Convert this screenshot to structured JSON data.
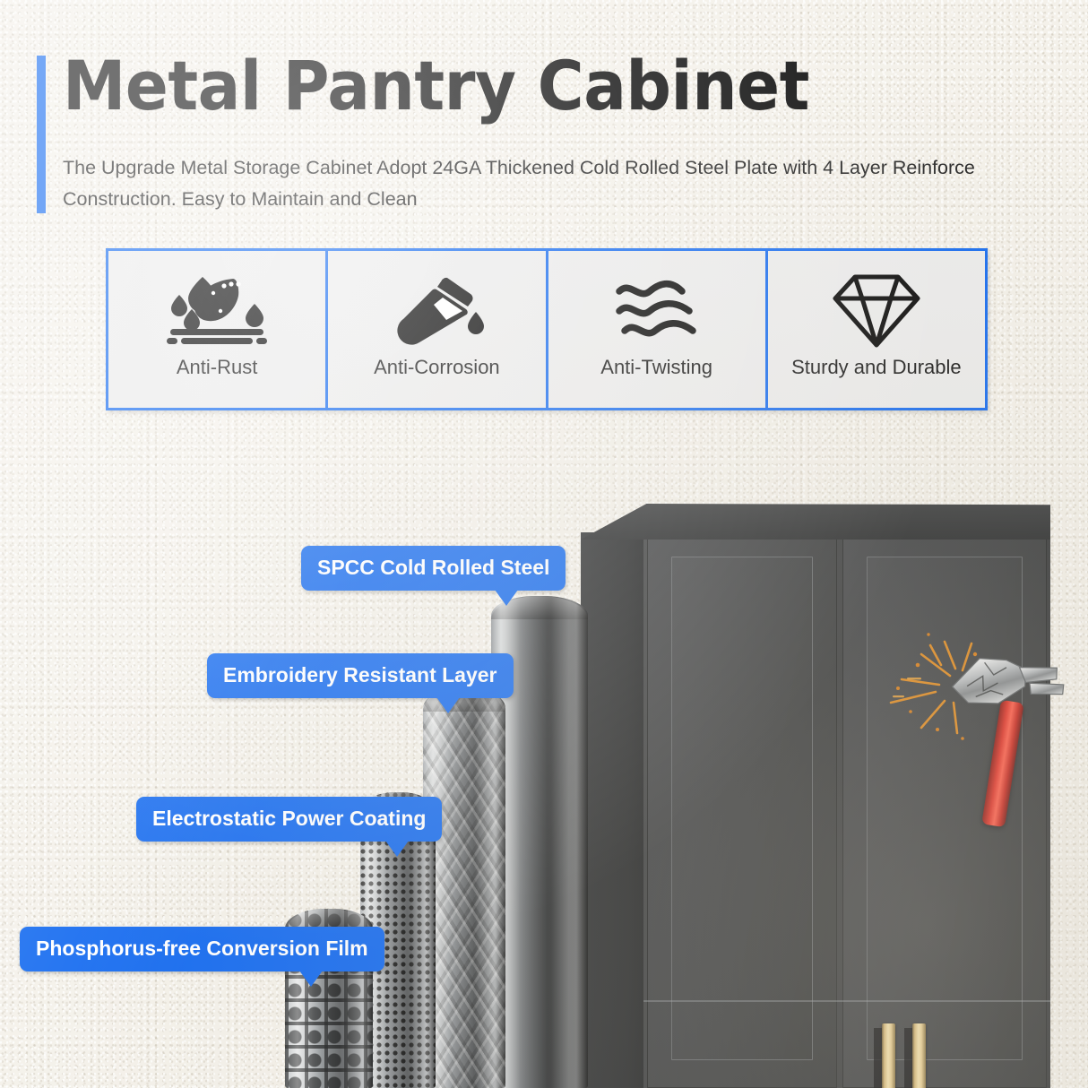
{
  "page": {
    "background_color": "#f4f1ea",
    "accent_color": "#1a6ef0"
  },
  "header": {
    "title": "Metal Pantry Cabinet",
    "subtitle": "The Upgrade Metal Storage Cabinet Adopt 24GA Thickened Cold Rolled Steel Plate with 4 Layer Reinforce\nConstruction. Easy to Maintain and Clean"
  },
  "features": {
    "border_color": "#1a6ef0",
    "fill_color": "#ececec",
    "items": [
      {
        "label": "Anti-Rust",
        "icon": "water-drops-on-surface-icon"
      },
      {
        "label": "Anti-Corrosion",
        "icon": "tilted-test-tube-drop-icon"
      },
      {
        "label": "Anti-Twisting",
        "icon": "three-wavy-lines-icon"
      },
      {
        "label": "Sturdy and Durable",
        "icon": "diamond-gem-icon"
      }
    ]
  },
  "product_scene": {
    "cabinet": {
      "name": "metal-pantry-cabinet",
      "body_color": "#3e4042",
      "handle_color": "#f6e3ae",
      "doors": 2,
      "impact_tool": "claw-hammer-icon",
      "hammer_handle_color": "#e03025",
      "spark_color": "#e08a20"
    },
    "material_samples": [
      {
        "name": "spcc-steel-roll",
        "finish": "smooth brushed steel"
      },
      {
        "name": "diamond-plate-roll",
        "finish": "diamond tread plate"
      },
      {
        "name": "perforated-mesh-roll",
        "finish": "perforated holes"
      },
      {
        "name": "lattice-mesh-roll",
        "finish": "open lattice weave"
      }
    ],
    "callouts": [
      {
        "id": "spcc",
        "label": "SPCC Cold Rolled Steel"
      },
      {
        "id": "embroidery",
        "label": "Embroidery Resistant Layer"
      },
      {
        "id": "electro",
        "label": "Electrostatic Power Coating"
      },
      {
        "id": "phos",
        "label": "Phosphorus-free Conversion Film"
      }
    ]
  }
}
